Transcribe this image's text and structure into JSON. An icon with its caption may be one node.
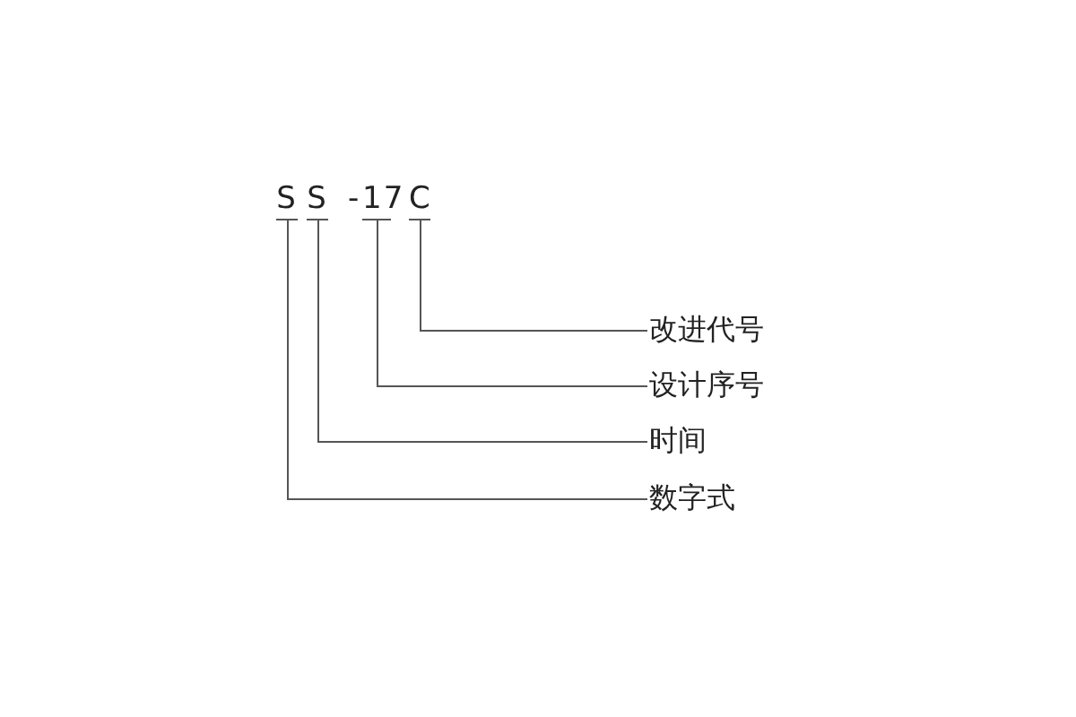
{
  "diagram": {
    "nodes": [
      {
        "text": [
          "S"
        ]
      },
      {
        "text": [
          "S"
        ]
      },
      {
        "text": [
          "17"
        ]
      },
      {
        "text": [
          "C"
        ]
      },
      {
        "text": [
          "改进代号"
        ]
      },
      {
        "text": [
          "设计序号"
        ]
      },
      {
        "text": [
          "时间"
        ]
      },
      {
        "text": [
          "数字式"
        ]
      }
    ],
    "edges": [
      {
        "from": 3,
        "to": 4,
        "arrow": "none"
      },
      {
        "from": 2,
        "to": 5,
        "arrow": "none"
      },
      {
        "from": 1,
        "to": 6,
        "arrow": "none"
      },
      {
        "from": 0,
        "to": 7,
        "arrow": "none"
      }
    ],
    "labels": [
      "-"
    ]
  }
}
